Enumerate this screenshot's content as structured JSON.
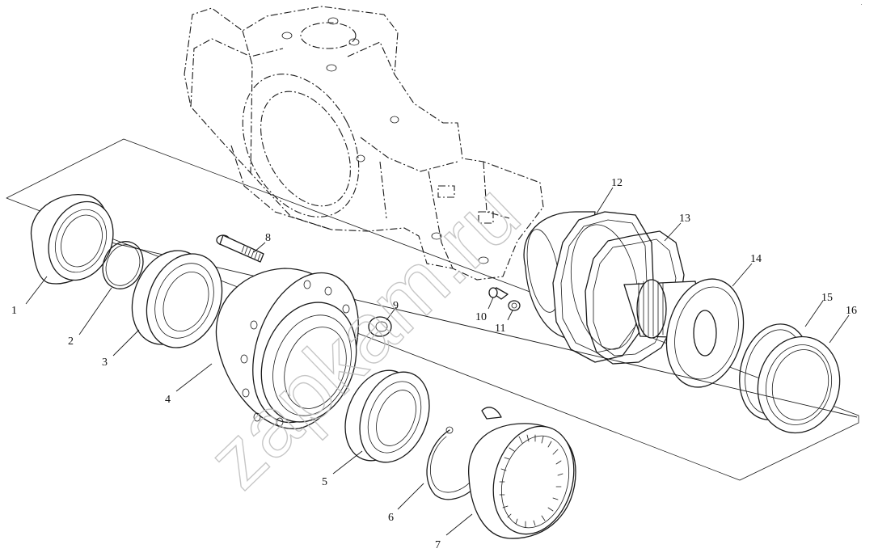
{
  "watermark": "zapkam.ru",
  "corner_mark": "·",
  "callouts": [
    "1",
    "2",
    "3",
    "4",
    "5",
    "6",
    "7",
    "8",
    "9",
    "10",
    "11",
    "12",
    "13",
    "14",
    "15",
    "16"
  ]
}
